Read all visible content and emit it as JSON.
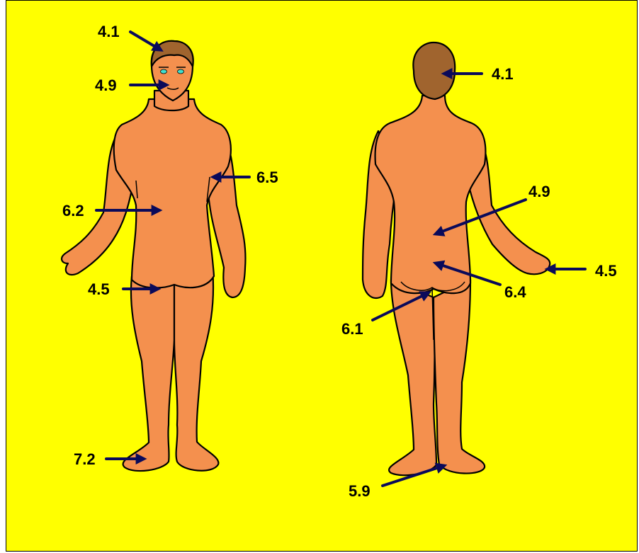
{
  "colors": {
    "background": "#FFFF00",
    "skin": "#F4904E",
    "hair": "#A0642E",
    "arrow": "#0A0A5A",
    "eyes": "#40E0D0"
  },
  "front_figure": {
    "labels": {
      "head": "4.1",
      "face": "4.9",
      "arm": "6.5",
      "chest": "6.2",
      "groin": "4.5",
      "foot": "7.2"
    }
  },
  "back_figure": {
    "labels": {
      "head": "4.1",
      "upper_back": "4.9",
      "hand": "4.5",
      "lower_back": "6.4",
      "buttocks": "6.1",
      "heel": "5.9"
    }
  }
}
